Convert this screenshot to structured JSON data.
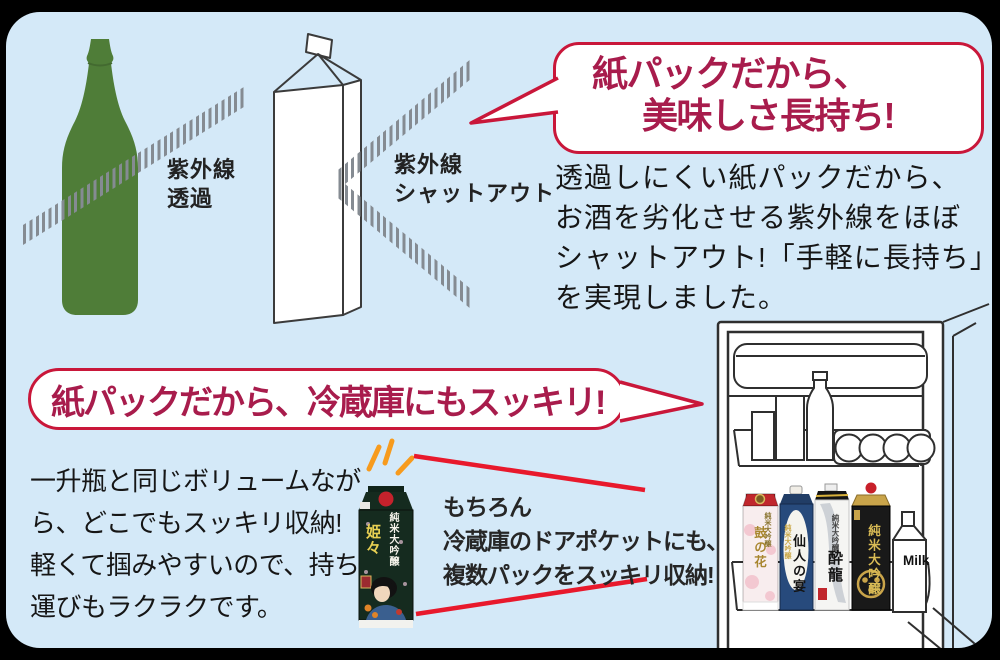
{
  "colors": {
    "background": "#d4e9f8",
    "accent_red": "#e8192c",
    "bubble_border": "#c9173a",
    "headline_text": "#a81c4c",
    "bottle_green": "#4f7d38",
    "uv_stripe_gray": "#858b92",
    "body_text": "#161616",
    "spark_orange": "#f79b1d"
  },
  "uv_section": {
    "bottle_label_line1": "紫外線",
    "bottle_label_line2": "透過",
    "carton_label_line1": "紫外線",
    "carton_label_line2": "シャットアウト",
    "bubble_line1": "紙パックだから、",
    "bubble_line2": "美味しさ長持ち!",
    "body_lines": [
      "透過しにくい紙パックだから、",
      "お酒を劣化させる紫外線をほぼ",
      "シャットアウト!「手軽に長持ち」",
      "を実現しました。"
    ]
  },
  "fridge_section": {
    "bubble": "紙パックだから、冷蔵庫にもスッキリ!",
    "body_lines": [
      "一升瓶と同じボリュームなが",
      "ら、どこでもスッキリ収納!",
      "軽くて掴みやすいので、持ち",
      "運びもラクラクです。"
    ],
    "callout_lines": [
      "もちろん",
      "冷蔵庫のドアポケットにも、",
      "複数パックをスッキリ収納!"
    ],
    "featured_pack": {
      "grade": "純米大吟醸",
      "name": "姫々"
    },
    "door_packs": [
      {
        "grade": "純米大吟醸",
        "name": "鼓の花"
      },
      {
        "grade": "純米大吟醸",
        "name": "仙人の宴"
      },
      {
        "grade": "純米大吟醸",
        "name": "酔龍"
      },
      {
        "name": "純米大吟醸"
      }
    ],
    "milk_label": "Milk"
  }
}
